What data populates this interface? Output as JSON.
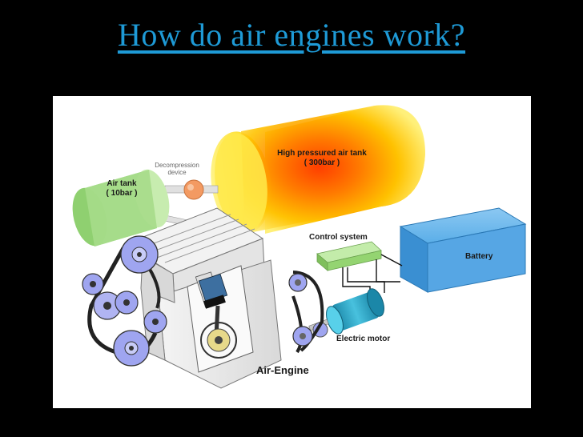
{
  "slide": {
    "title": "How do air engines work?"
  },
  "diagram": {
    "labels": {
      "high_pressure_tank_line1": "High pressured air tank",
      "high_pressure_tank_line2": "( 300bar )",
      "air_tank_line1": "Air tank",
      "air_tank_line2": "( 10bar )",
      "decompression_line1": "Decompression",
      "decompression_line2": "device",
      "control_system": "Control system",
      "battery": "Battery",
      "electric_motor": "Electric motor",
      "air_engine": "Air-Engine"
    },
    "colors": {
      "title": "#1e9ad6",
      "background": "#000000",
      "panel": "#ffffff",
      "high_pressure_tank_core": "#ff4a00",
      "high_pressure_tank_edge": "#ffe600",
      "air_tank": "#a6dc8a",
      "battery": "#4a9fe0",
      "control_system": "#a7e087",
      "electric_motor": "#2aa4c4",
      "decompression_device": "#f4a06a",
      "pulleys": "#9fa5f0"
    }
  }
}
